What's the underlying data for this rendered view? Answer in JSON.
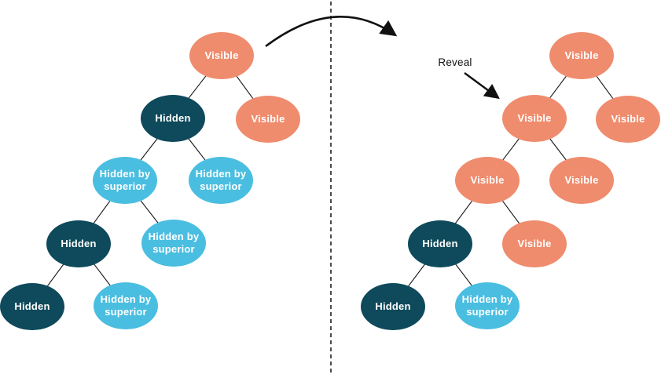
{
  "diagram": {
    "description_labels": {
      "visible": "Visible",
      "hidden": "Hidden",
      "hidden_by_superior": "Hidden by superior"
    },
    "annotation": {
      "reveal_label": "Reveal"
    },
    "colors": {
      "visible_fill": "#EF8C6E",
      "hidden_fill": "#0E4A5B",
      "hidden_by_superior_fill": "#4ABEE0",
      "node_text": "#FFFFFF",
      "connector_line": "#161616",
      "divider_line": "#111111",
      "annotation_text": "#111111",
      "background": "#FFFFFF"
    },
    "trees": {
      "left": {
        "nodes": [
          {
            "label": "Visible",
            "state": "visible"
          },
          {
            "label": "Hidden",
            "state": "hidden"
          },
          {
            "label": "Visible",
            "state": "visible"
          },
          {
            "label": "Hidden by superior",
            "state": "hidden-by-superior"
          },
          {
            "label": "Hidden by superior",
            "state": "hidden-by-superior"
          },
          {
            "label": "Hidden",
            "state": "hidden"
          },
          {
            "label": "Hidden by superior",
            "state": "hidden-by-superior"
          },
          {
            "label": "Hidden",
            "state": "hidden"
          },
          {
            "label": "Hidden by superior",
            "state": "hidden-by-superior"
          }
        ],
        "edges": [
          [
            0,
            1
          ],
          [
            0,
            2
          ],
          [
            1,
            3
          ],
          [
            1,
            4
          ],
          [
            3,
            5
          ],
          [
            3,
            6
          ],
          [
            5,
            7
          ],
          [
            5,
            8
          ]
        ]
      },
      "right": {
        "nodes": [
          {
            "label": "Visible",
            "state": "visible"
          },
          {
            "label": "Visible",
            "state": "visible"
          },
          {
            "label": "Visible",
            "state": "visible"
          },
          {
            "label": "Visible",
            "state": "visible"
          },
          {
            "label": "Visible",
            "state": "visible"
          },
          {
            "label": "Hidden",
            "state": "hidden"
          },
          {
            "label": "Visible",
            "state": "visible"
          },
          {
            "label": "Hidden",
            "state": "hidden"
          },
          {
            "label": "Hidden by superior",
            "state": "hidden-by-superior"
          }
        ],
        "edges": [
          [
            0,
            1
          ],
          [
            0,
            2
          ],
          [
            1,
            3
          ],
          [
            1,
            4
          ],
          [
            3,
            5
          ],
          [
            3,
            6
          ],
          [
            5,
            7
          ],
          [
            5,
            8
          ]
        ]
      }
    }
  }
}
